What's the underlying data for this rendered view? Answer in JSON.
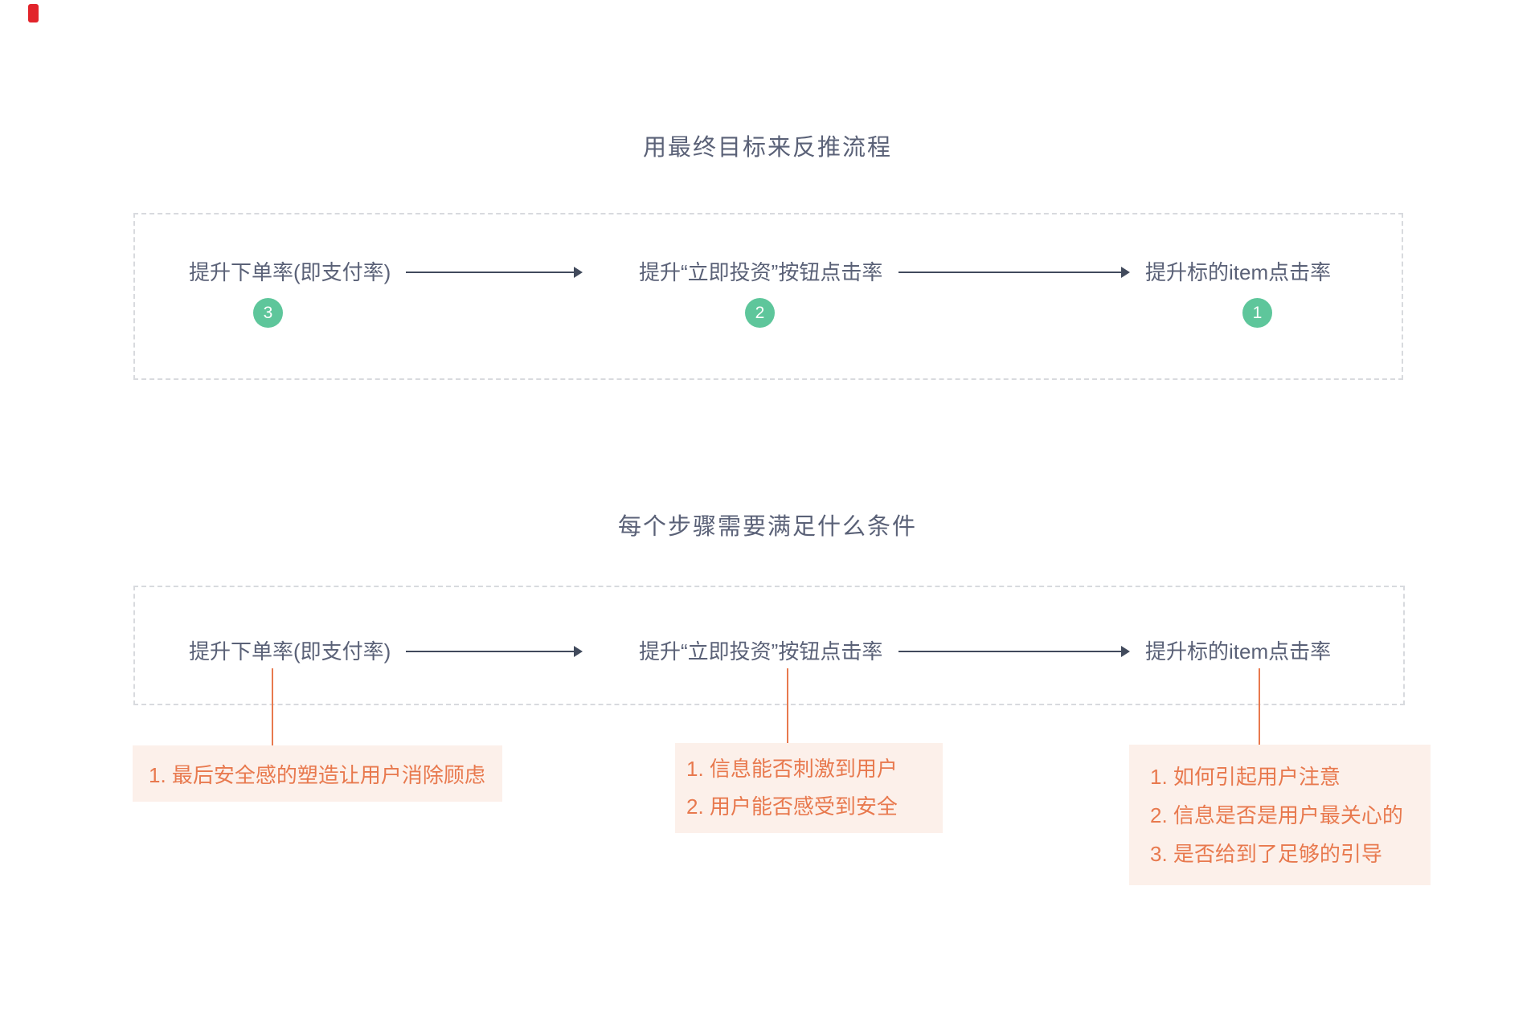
{
  "section1": {
    "title": "用最终目标来反推流程",
    "nodes": [
      {
        "label": "提升下单率(即支付率)",
        "badge": "3"
      },
      {
        "label": "提升“立即投资”按钮点击率",
        "badge": "2"
      },
      {
        "label": "提升标的item点击率",
        "badge": "1"
      }
    ]
  },
  "section2": {
    "title": "每个步骤需要满足什么条件",
    "nodes": [
      {
        "label": "提升下单率(即支付率)"
      },
      {
        "label": "提升“立即投资”按钮点击率"
      },
      {
        "label": "提升标的item点击率"
      }
    ],
    "notes": [
      {
        "lines": [
          "1. 最后安全感的塑造让用户消除顾虑"
        ]
      },
      {
        "lines": [
          "1. 信息能否刺激到用户",
          "2. 用户能否感受到安全"
        ]
      },
      {
        "lines": [
          "1. 如何引起用户注意",
          "2. 信息是否是用户最关心的",
          "3. 是否给到了足够的引导"
        ]
      }
    ]
  },
  "colors": {
    "title_text": "#5a6177",
    "node_text": "#5a6177",
    "arrow": "#414a5c",
    "badge_green": "#5ec69b",
    "accent_orange": "#e8794e",
    "note_background": "#fcf0ea",
    "dashed_border": "#d8dade",
    "red_marker": "#e2242b"
  }
}
